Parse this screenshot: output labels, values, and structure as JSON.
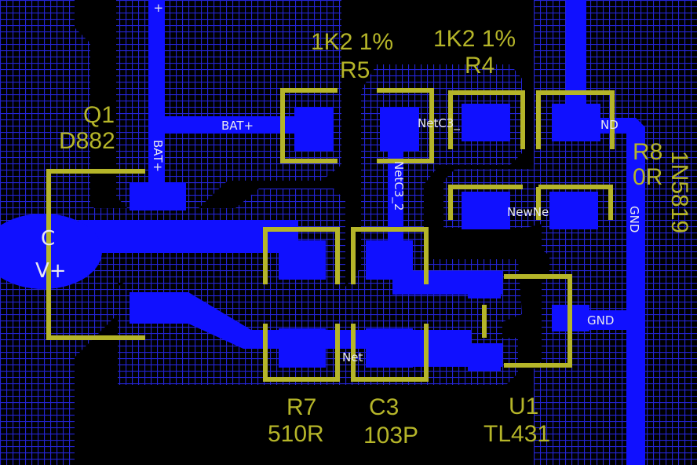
{
  "colors": {
    "background": "#000000",
    "copper": "#1010ff",
    "hatch": "#2020d8",
    "silkscreen": "#b5b529",
    "net_label": "#e8e8f0"
  },
  "components": {
    "q1": {
      "ref": "Q1",
      "value": "D882"
    },
    "r5": {
      "ref": "R5",
      "value": "1K2 1%"
    },
    "r4": {
      "ref": "R4",
      "value": "1K2 1%"
    },
    "r8": {
      "ref": "R8",
      "value": "0R"
    },
    "d1": {
      "value": "1N5819"
    },
    "r7": {
      "ref": "R7",
      "value": "510R"
    },
    "c3": {
      "ref": "C3",
      "value": "103P"
    },
    "u1": {
      "ref": "U1",
      "value": "TL431"
    }
  },
  "nets": {
    "bat_plus_top": "+",
    "bat_plus_h": "BAT+",
    "bat_plus_v": "BAT+",
    "c_label": "C",
    "v_plus": "V+",
    "netc3_a": "NetC3_",
    "netc3_2": "NetC3_2",
    "nd": "ND",
    "newne": "NewNe",
    "gnd_v": "GND",
    "gnd_h": "GND",
    "net": "Net"
  }
}
